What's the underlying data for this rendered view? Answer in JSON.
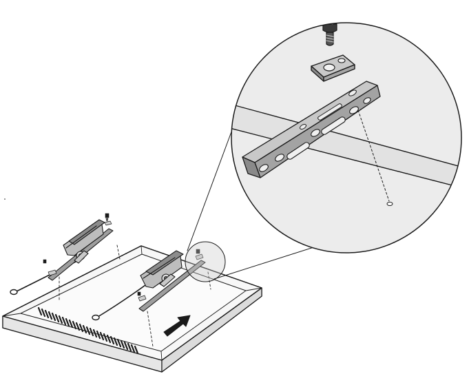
{
  "figure": {
    "type": "installation-diagram",
    "subject": "tv-wall-mount-bracket-attachment",
    "colors": {
      "line": "#1a1a1a",
      "metal_light": "#d2d2d2",
      "metal_mid": "#a9a9a9",
      "metal_dark": "#7e7e7e",
      "magnifier_fill": "#ececec",
      "tv_back": "#f4f4f4"
    },
    "icons": [
      "screw-icon",
      "washer-plate-icon",
      "direction-arrow-icon",
      "magnifier-callout"
    ]
  }
}
